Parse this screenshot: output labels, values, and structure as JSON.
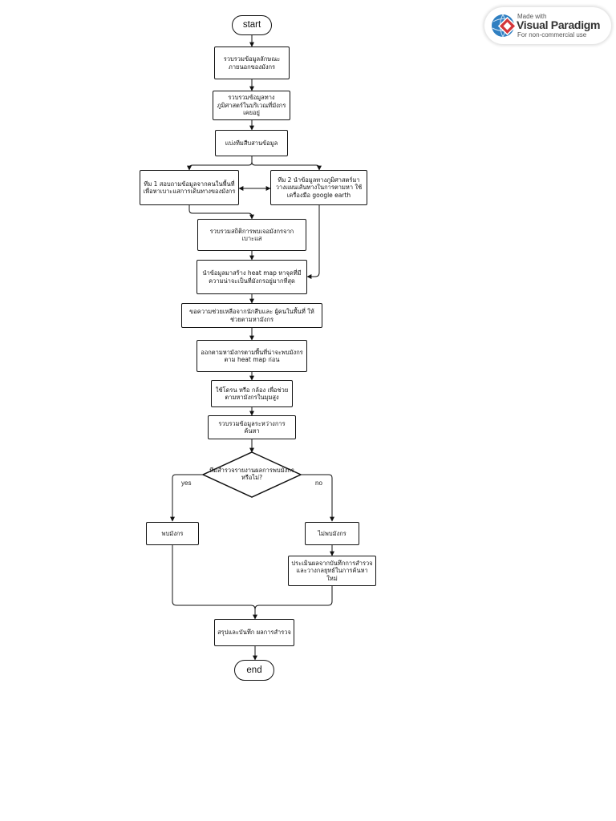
{
  "badge": {
    "made_with": "Made with",
    "brand": "Visual Paradigm",
    "license": "For non-commercial use"
  },
  "nodes": {
    "start": "start",
    "step1": "รวบรวมข้อมูลลักษณะภายนอกของมังกร",
    "step2": "รวบรวมข้อมูลทางภูมิศาสตร์ในบริเวณที่มังกรเคยอยู่",
    "step3": "แบ่งทีมสืบสานข้อมูล",
    "team1": "ทีม 1 สอบถามข้อมูลจากคนในพื้นที่ เพื่อหาเบาะแสการเดินทางของมังกร",
    "team2": "ทีม 2 นำข้อมูลทางภูมิศาสตร์มาวางแผนเส้นทางในการตามหา ใช้เครื่องมือ google earth",
    "step4": "รวบรวมสถิติการพบเจอมังกรจากเบาะแส",
    "step5": "นำข้อมูลมาสร้าง heat map หาจุดที่มีความน่าจะเป็นที่มังกรอยู่มากที่สุด",
    "step6": "ขอความช่วยเหลือจากนักสืบและ ผู้คนในพื้นที่ ให้ช่วยตามหามังกร",
    "step7": "ออกตามหามังกรตามพื้นที่น่าจะพบมังกรตาม heat map ก่อน",
    "step8": "ใช้โดรน หรือ กล้อง เพื่อช่วยตามหามังกรในมุมสูง",
    "step9": "รวบรวมข้อมูลระหว่างการค้นหา",
    "decision": "ทีมสำรวจรายงานผลการพบมังกรหรือไม่?",
    "found": "พบมังกร",
    "not_found": "ไม่พบมังกร",
    "evaluate": "ประเมินผลจากบันทึกการสำรวจและวางกลยุทธ์ในการค้นหาใหม่",
    "summary": "สรุปและบันทึก ผลการสำรวจ",
    "end": "end"
  },
  "edge_labels": {
    "yes": "yes",
    "no": "no"
  }
}
